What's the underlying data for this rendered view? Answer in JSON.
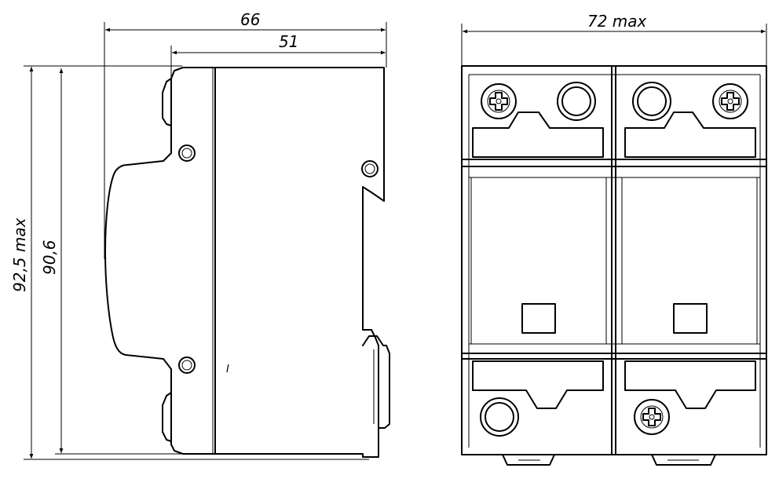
{
  "dimensions": {
    "overall_depth": "66",
    "body_depth": "51",
    "overall_width": "72 max",
    "overall_height": "92,5 max",
    "body_height": "90,6"
  },
  "side_marking": "I"
}
